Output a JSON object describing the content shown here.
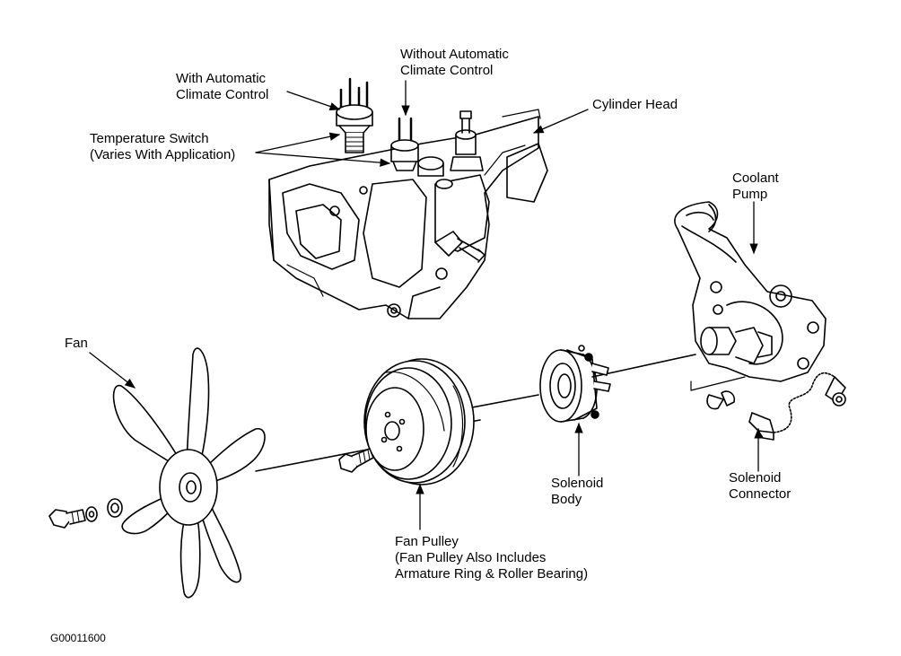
{
  "labels": {
    "with_acc": [
      "With Automatic",
      "Climate Control"
    ],
    "without_acc": [
      "Without Automatic",
      "Climate Control"
    ],
    "cylinder_head": "Cylinder Head",
    "temp_switch": [
      "Temperature Switch",
      "(Varies With Application)"
    ],
    "coolant_pump": [
      "Coolant",
      "Pump"
    ],
    "fan": "Fan",
    "fan_pulley": [
      "Fan Pulley",
      "(Fan Pulley Also Includes",
      "Armature Ring & Roller Bearing)"
    ],
    "solenoid_body": [
      "Solenoid",
      "Body"
    ],
    "solenoid_connector": [
      "Solenoid",
      "Connector"
    ],
    "figure_code": "G00011600"
  },
  "colors": {
    "ink": "#000000",
    "paper": "#ffffff"
  }
}
